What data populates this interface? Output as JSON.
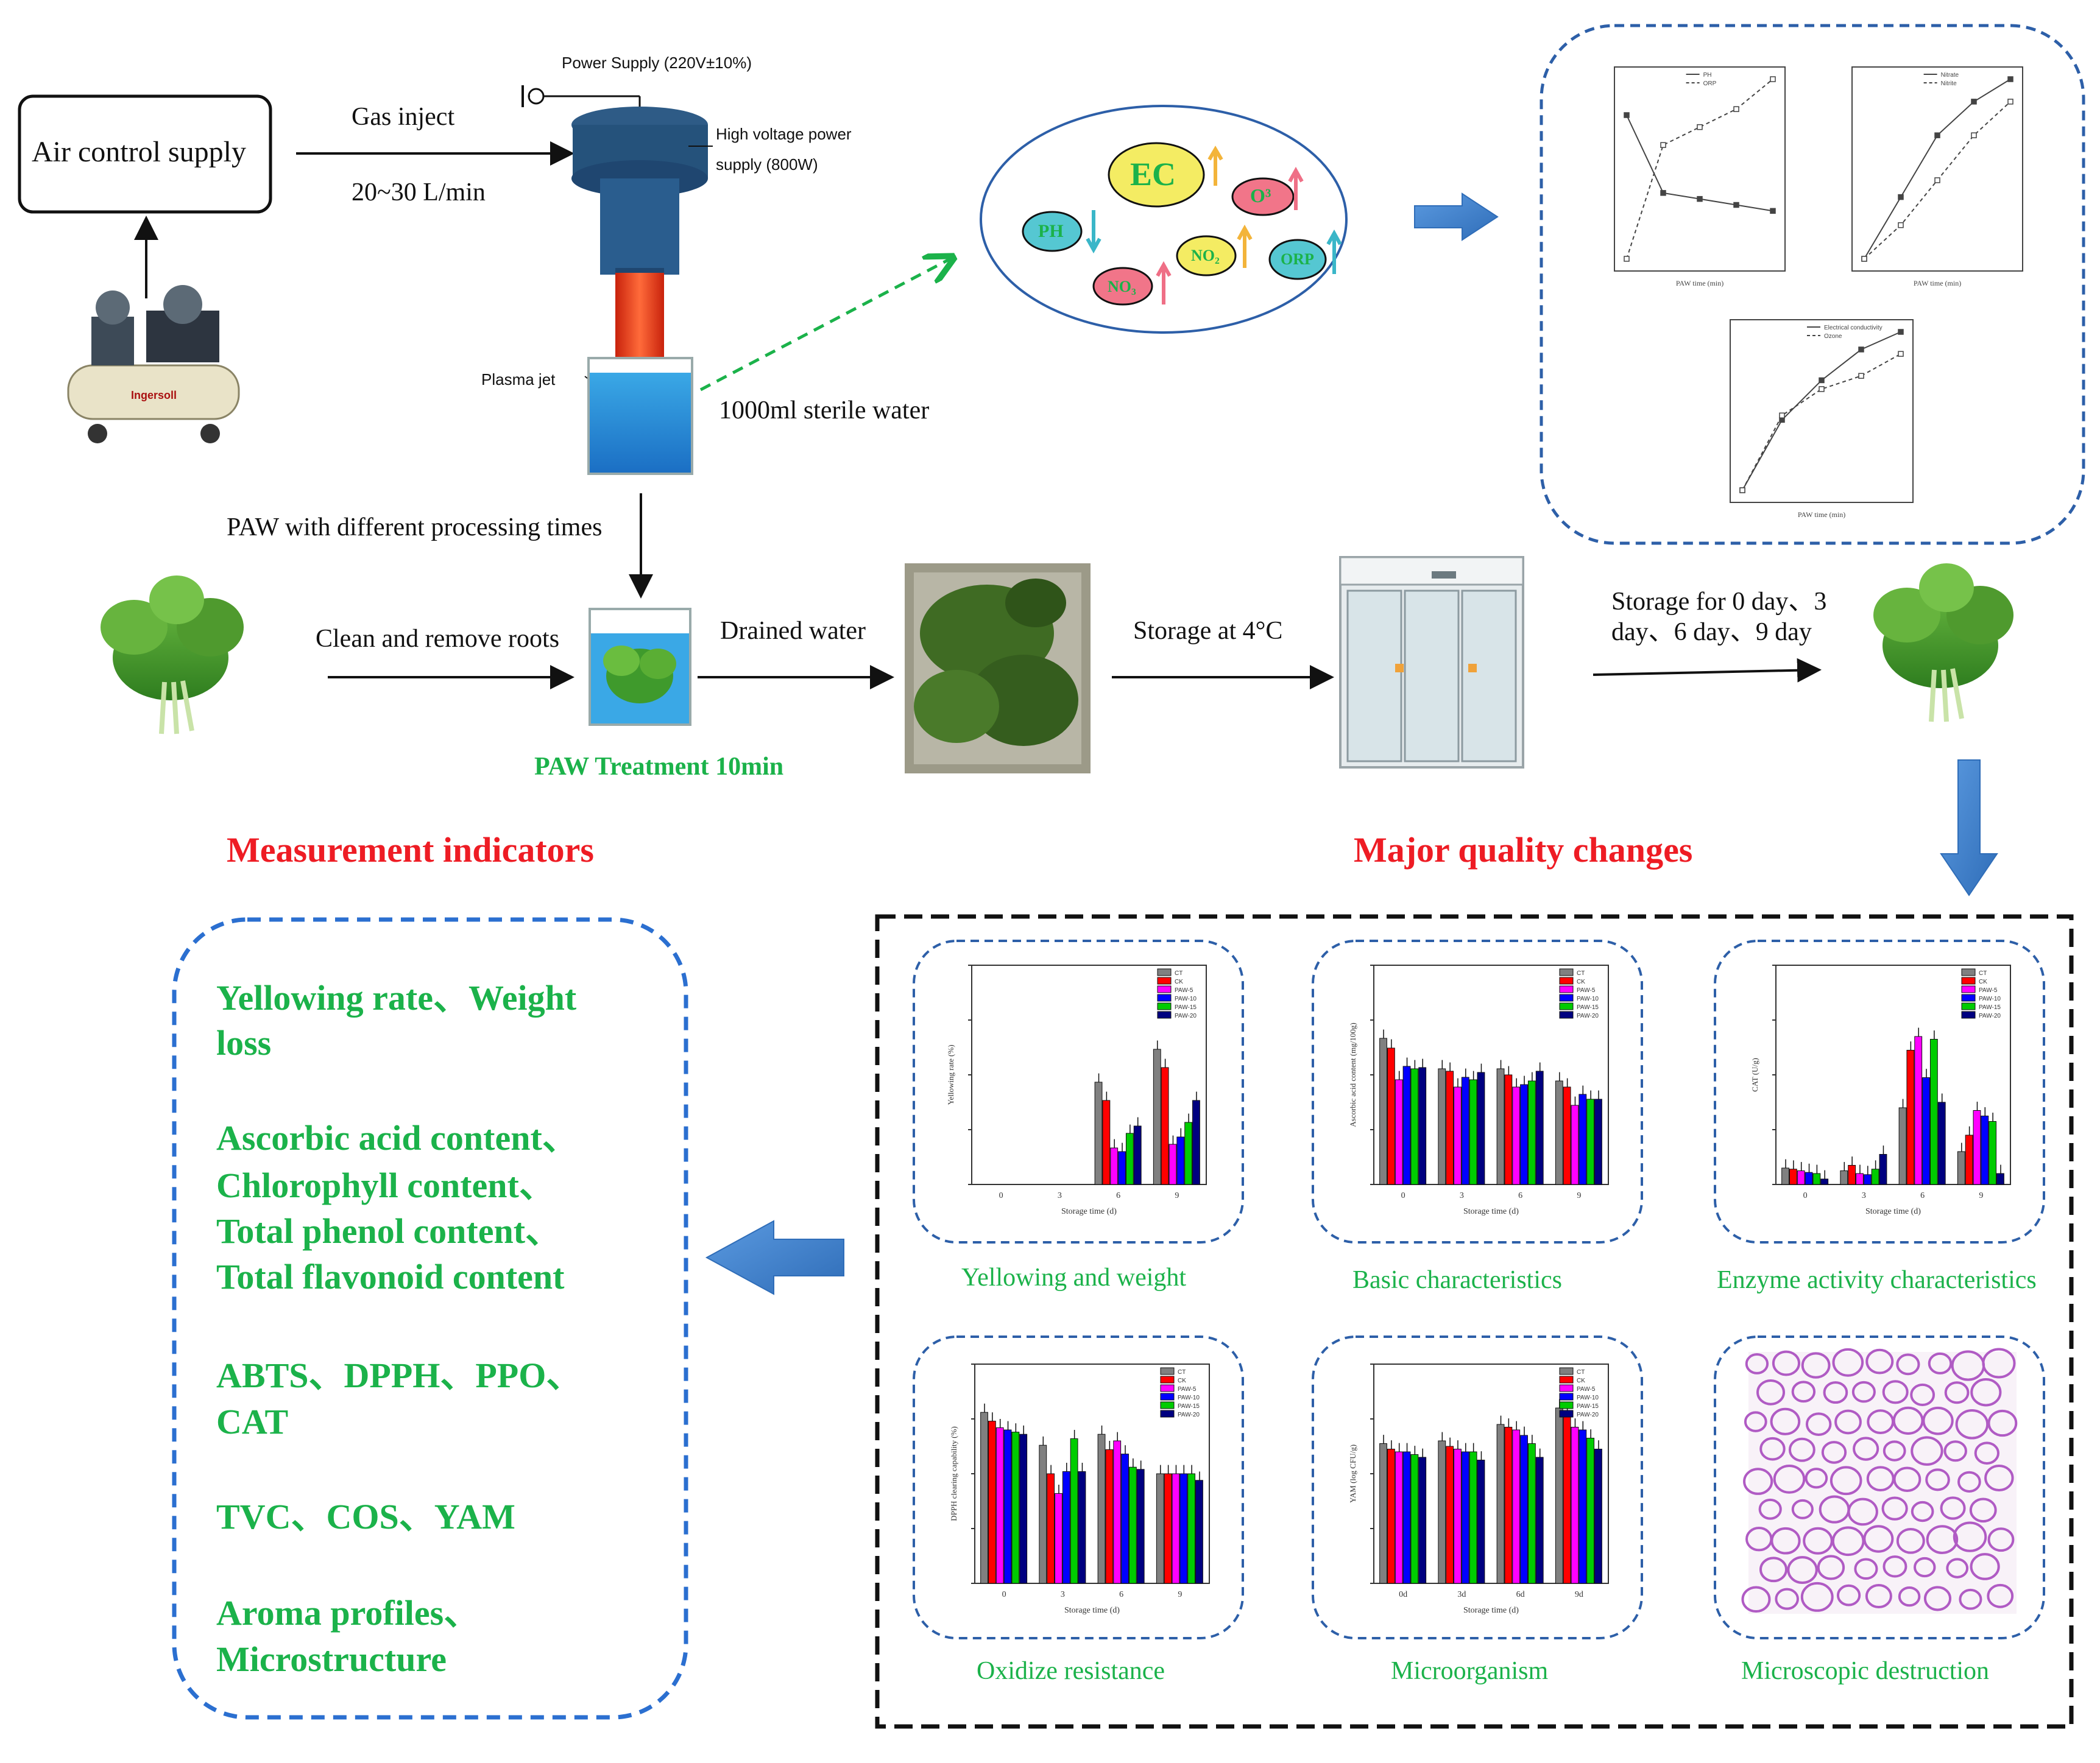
{
  "process": {
    "air_supply": "Air control supply",
    "gas_inject": "Gas inject",
    "flow_rate": "20~30 L/min",
    "power_supply": "Power Supply (220V±10%)",
    "hv_supply_line1": "High voltage power",
    "hv_supply_line2": "supply (800W)",
    "plasma_jet": "Plasma jet",
    "water": "1000ml sterile water",
    "paw_times": "PAW with different processing times",
    "clean": "Clean and remove roots",
    "drained": "Drained water",
    "paw_treatment": "PAW Treatment 10min",
    "storage": "Storage at 4°C",
    "storage_days_line1": "Storage for 0 day、3",
    "storage_days_line2": "day、6 day、9 day"
  },
  "properties": {
    "ec": "EC",
    "o3": "O³",
    "ph": "PH",
    "no2": "NO₂",
    "orp": "ORP",
    "no3": "NO₃"
  },
  "sections": {
    "measurement": "Measurement indicators",
    "quality": "Major quality changes"
  },
  "indicators": [
    "Yellowing rate、Weight",
    "loss",
    "Ascorbic acid content、",
    "Chlorophyll content、",
    "Total phenol content、",
    "Total flavonoid content",
    "ABTS、DPPH、PPO、",
    "CAT",
    "TVC、COS、YAM",
    "Aroma profiles、",
    "Microstructure"
  ],
  "panels": [
    "Yellowing and weight",
    "Basic characteristics",
    "Enzyme activity characteristics",
    "Oxidize resistance",
    "Microorganism",
    "Microscopic destruction"
  ],
  "legend": [
    "CT",
    "CK",
    "PAW-5",
    "PAW-10",
    "PAW-15",
    "PAW-20"
  ],
  "colors": {
    "gray": "#808080",
    "red": "#ff0000",
    "magenta": "#ff00ff",
    "blue": "#0000ff",
    "green": "#00cc00",
    "navy": "#000080",
    "accent_blue": "#3f79c9",
    "title_red": "#ee1c24",
    "text_green": "#1bb24a"
  },
  "chart_data": [
    {
      "type": "bar",
      "ylabel": "Yellowing rate (%)",
      "xlabel": "Storage time (d)",
      "categories": [
        "0",
        "3",
        "6",
        "9"
      ],
      "ylim": [
        0,
        3
      ],
      "series": [
        {
          "name": "CT",
          "values": [
            0,
            0,
            1.4,
            1.85
          ]
        },
        {
          "name": "CK",
          "values": [
            0,
            0,
            1.15,
            1.6
          ]
        },
        {
          "name": "PAW-5",
          "values": [
            0,
            0,
            0.5,
            0.55
          ]
        },
        {
          "name": "PAW-10",
          "values": [
            0,
            0,
            0.45,
            0.65
          ]
        },
        {
          "name": "PAW-15",
          "values": [
            0,
            0,
            0.7,
            0.85
          ]
        },
        {
          "name": "PAW-20",
          "values": [
            0,
            0,
            0.8,
            1.15
          ]
        }
      ]
    },
    {
      "type": "bar",
      "ylabel": "Ascorbic acid content (mg/100g)",
      "xlabel": "Storage time (d)",
      "categories": [
        "0",
        "3",
        "6",
        "9"
      ],
      "ylim": [
        0,
        18
      ],
      "series": [
        {
          "name": "CT",
          "values": [
            12,
            9.5,
            9.5,
            8.5
          ]
        },
        {
          "name": "CK",
          "values": [
            11.2,
            9.3,
            9,
            8
          ]
        },
        {
          "name": "PAW-5",
          "values": [
            8.6,
            8,
            8,
            6.5
          ]
        },
        {
          "name": "PAW-10",
          "values": [
            9.7,
            8.8,
            8.2,
            7.4
          ]
        },
        {
          "name": "PAW-15",
          "values": [
            9.5,
            8.6,
            8.5,
            7
          ]
        },
        {
          "name": "PAW-20",
          "values": [
            9.6,
            9.2,
            9.3,
            7
          ]
        }
      ]
    },
    {
      "type": "bar",
      "ylabel": "CAT (U/g)",
      "xlabel": "Storage time (d)",
      "categories": [
        "0",
        "3",
        "6",
        "9"
      ],
      "ylim": [
        0,
        4000
      ],
      "series": [
        {
          "name": "CT",
          "values": [
            300,
            250,
            1400,
            600
          ]
        },
        {
          "name": "CK",
          "values": [
            280,
            350,
            2450,
            900
          ]
        },
        {
          "name": "PAW-5",
          "values": [
            250,
            200,
            2700,
            1350
          ]
        },
        {
          "name": "PAW-10",
          "values": [
            220,
            180,
            1950,
            1250
          ]
        },
        {
          "name": "PAW-15",
          "values": [
            200,
            280,
            2650,
            1150
          ]
        },
        {
          "name": "PAW-20",
          "values": [
            100,
            550,
            1500,
            200
          ]
        }
      ]
    },
    {
      "type": "bar",
      "ylabel": "DPPH clearing capability (%)",
      "xlabel": "Storage time (d)",
      "categories": [
        "0",
        "3",
        "6",
        "9"
      ],
      "ylim": [
        0,
        100
      ],
      "series": [
        {
          "name": "CT",
          "values": [
            78,
            63,
            68,
            50
          ]
        },
        {
          "name": "CK",
          "values": [
            74,
            50,
            61,
            50
          ]
        },
        {
          "name": "PAW-5",
          "values": [
            71,
            41,
            65,
            50
          ]
        },
        {
          "name": "PAW-10",
          "values": [
            70,
            51,
            59,
            50
          ]
        },
        {
          "name": "PAW-15",
          "values": [
            69,
            66,
            53,
            50
          ]
        },
        {
          "name": "PAW-20",
          "values": [
            68,
            51,
            52,
            47
          ]
        }
      ]
    },
    {
      "type": "bar",
      "ylabel": "YAM (log CFU/g)",
      "xlabel": "Storage time (d)",
      "categories": [
        "0d",
        "3d",
        "6d",
        "9d"
      ],
      "ylim": [
        0,
        8
      ],
      "series": [
        {
          "name": "CT",
          "values": [
            5.1,
            5.2,
            5.8,
            6.4
          ]
        },
        {
          "name": "CK",
          "values": [
            4.9,
            5,
            5.7,
            6.3
          ]
        },
        {
          "name": "PAW-5",
          "values": [
            4.8,
            4.9,
            5.6,
            5.7
          ]
        },
        {
          "name": "PAW-10",
          "values": [
            4.8,
            4.8,
            5.4,
            5.6
          ]
        },
        {
          "name": "PAW-15",
          "values": [
            4.7,
            4.8,
            5.1,
            5.3
          ]
        },
        {
          "name": "PAW-20",
          "values": [
            4.6,
            4.5,
            4.6,
            4.9
          ]
        }
      ]
    },
    {
      "type": "line",
      "xlabel": "PAW time (min)",
      "series": [
        {
          "name": "PH",
          "values": [
            3.4,
            2.1,
            2.0,
            1.9,
            1.8
          ]
        },
        {
          "name": "ORP",
          "values": [
            1.0,
            2.9,
            3.2,
            3.5,
            4.0
          ]
        }
      ]
    },
    {
      "type": "line",
      "xlabel": "PAW time (min)",
      "series": [
        {
          "name": "Nitrate",
          "values": [
            0,
            1.1,
            2.2,
            2.8,
            3.2
          ]
        },
        {
          "name": "Nitrite",
          "values": [
            0,
            0.6,
            1.4,
            2.2,
            2.8
          ]
        }
      ]
    },
    {
      "type": "line",
      "xlabel": "PAW time (min)",
      "series": [
        {
          "name": "Electrical conductivity",
          "values": [
            0,
            1.6,
            2.5,
            3.2,
            3.6
          ]
        },
        {
          "name": "Ozone",
          "values": [
            0,
            1.7,
            2.3,
            2.6,
            3.1
          ]
        }
      ]
    }
  ]
}
